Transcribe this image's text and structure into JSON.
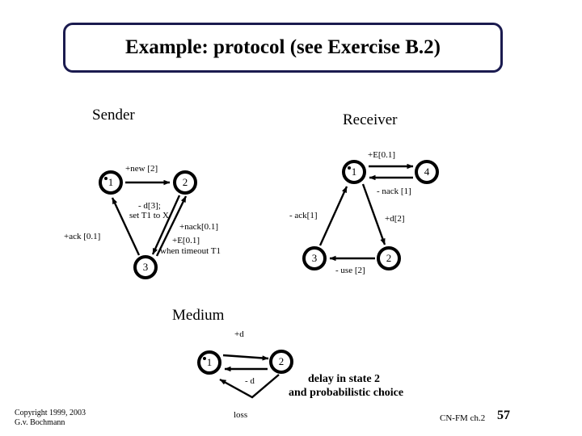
{
  "title": {
    "text": "Example: protocol (see Exercise B.2)",
    "border_color": "#1b1b4f",
    "shadow_color": "#6b8de0"
  },
  "sender": {
    "heading": "Sender",
    "states": [
      {
        "id": "1",
        "label": "1",
        "initial": true
      },
      {
        "id": "2",
        "label": "2",
        "initial": false
      },
      {
        "id": "3",
        "label": "3",
        "initial": false
      }
    ],
    "transitions": [
      {
        "from": "1",
        "to": "2",
        "label": "+new [2]"
      },
      {
        "from": "2",
        "to": "3",
        "label": "-d[3];"
      },
      {
        "from": "2",
        "to": "3",
        "label2": "set T1 to X"
      },
      {
        "from": "3",
        "to": "1",
        "label": "+ack [0.1]"
      },
      {
        "from": "3",
        "to": "2",
        "label": "+nack[0.1]"
      },
      {
        "from": "3",
        "to": "2",
        "label2": "+E[0.1]"
      },
      {
        "from": "3",
        "to": "2",
        "label3": "when timeout T1"
      }
    ],
    "labels": {
      "new": "+new [2]",
      "d_send": "- d[3];",
      "set_timer": "set T1 to X",
      "ack": "+ack [0.1]",
      "nack": "+nack[0.1]",
      "error": "+E[0.1]",
      "timeout": "when timeout T1"
    }
  },
  "receiver": {
    "heading": "Receiver",
    "states": [
      {
        "id": "1",
        "label": "1",
        "initial": true
      },
      {
        "id": "4",
        "label": "4",
        "initial": false
      },
      {
        "id": "3",
        "label": "3",
        "initial": false
      },
      {
        "id": "2",
        "label": "2",
        "initial": false
      }
    ],
    "labels": {
      "error": "+E[0.1]",
      "nack": "- nack [1]",
      "ack": "- ack[1]",
      "d_recv": "+d[2]",
      "use": "- use [2]"
    }
  },
  "medium": {
    "heading": "Medium",
    "states": [
      {
        "id": "1",
        "label": "1",
        "initial": true
      },
      {
        "id": "2",
        "label": "2",
        "initial": false
      }
    ],
    "labels": {
      "deliver_in": "+d",
      "deliver_out": "- d",
      "loss": "loss"
    }
  },
  "annotation": {
    "line1": "delay in state 2",
    "line2": "and probabilistic choice"
  },
  "footer": {
    "copyright_line1": "Copyright 1999, 2003",
    "copyright_line2": "G.v. Bochmann",
    "course": "CN-FM ch.2",
    "page": "57"
  }
}
